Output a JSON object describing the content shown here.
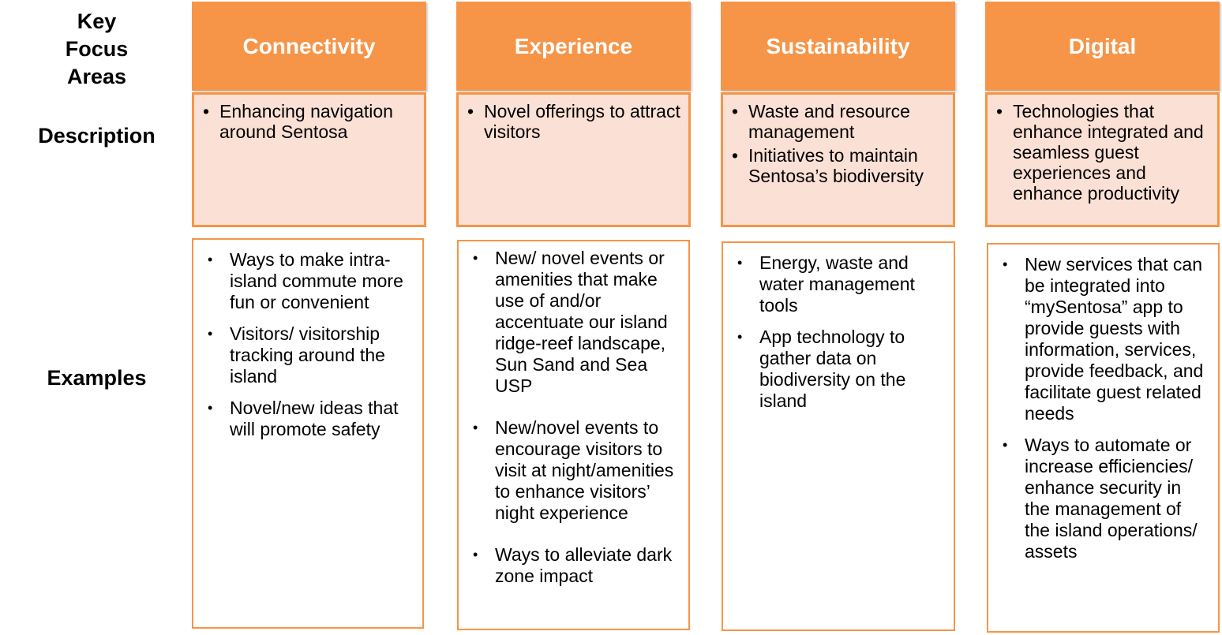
{
  "row_labels": {
    "key_focus_areas": "Key Focus Areas",
    "description": "Description",
    "examples": "Examples"
  },
  "columns": [
    {
      "title": "Connectivity",
      "description": [
        "Enhancing navigation around Sentosa"
      ],
      "examples": [
        "Ways to make intra-island commute more fun or convenient",
        "Visitors/ visitorship tracking around the island",
        "Novel/new ideas that will promote safety"
      ]
    },
    {
      "title": "Experience",
      "description": [
        "Novel offerings to attract visitors"
      ],
      "examples": [
        "New/ novel events or amenities that make use of and/or accentuate our island ridge-reef landscape, Sun Sand and Sea USP",
        "New/novel events to encourage visitors to visit at night/amenities to enhance visitors’ night experience",
        "Ways to alleviate dark zone impact"
      ]
    },
    {
      "title": "Sustainability",
      "description": [
        "Waste and resource management",
        "Initiatives to maintain Sentosa’s biodiversity"
      ],
      "examples": [
        "Energy, waste and water management tools",
        "App technology to gather data on biodiversity on the island"
      ]
    },
    {
      "title": "Digital",
      "description": [
        "Technologies that enhance integrated and seamless guest experiences and enhance productivity"
      ],
      "examples": [
        "New services that can be integrated into “mySentosa” app to provide guests with information, services, provide feedback, and facilitate guest related needs",
        "Ways to automate or increase efficiencies/ enhance security in the management of the island operations/ assets"
      ]
    }
  ],
  "colors": {
    "header_fill": "#f69548",
    "description_fill": "#fbe0d5",
    "border": "#f69548"
  }
}
